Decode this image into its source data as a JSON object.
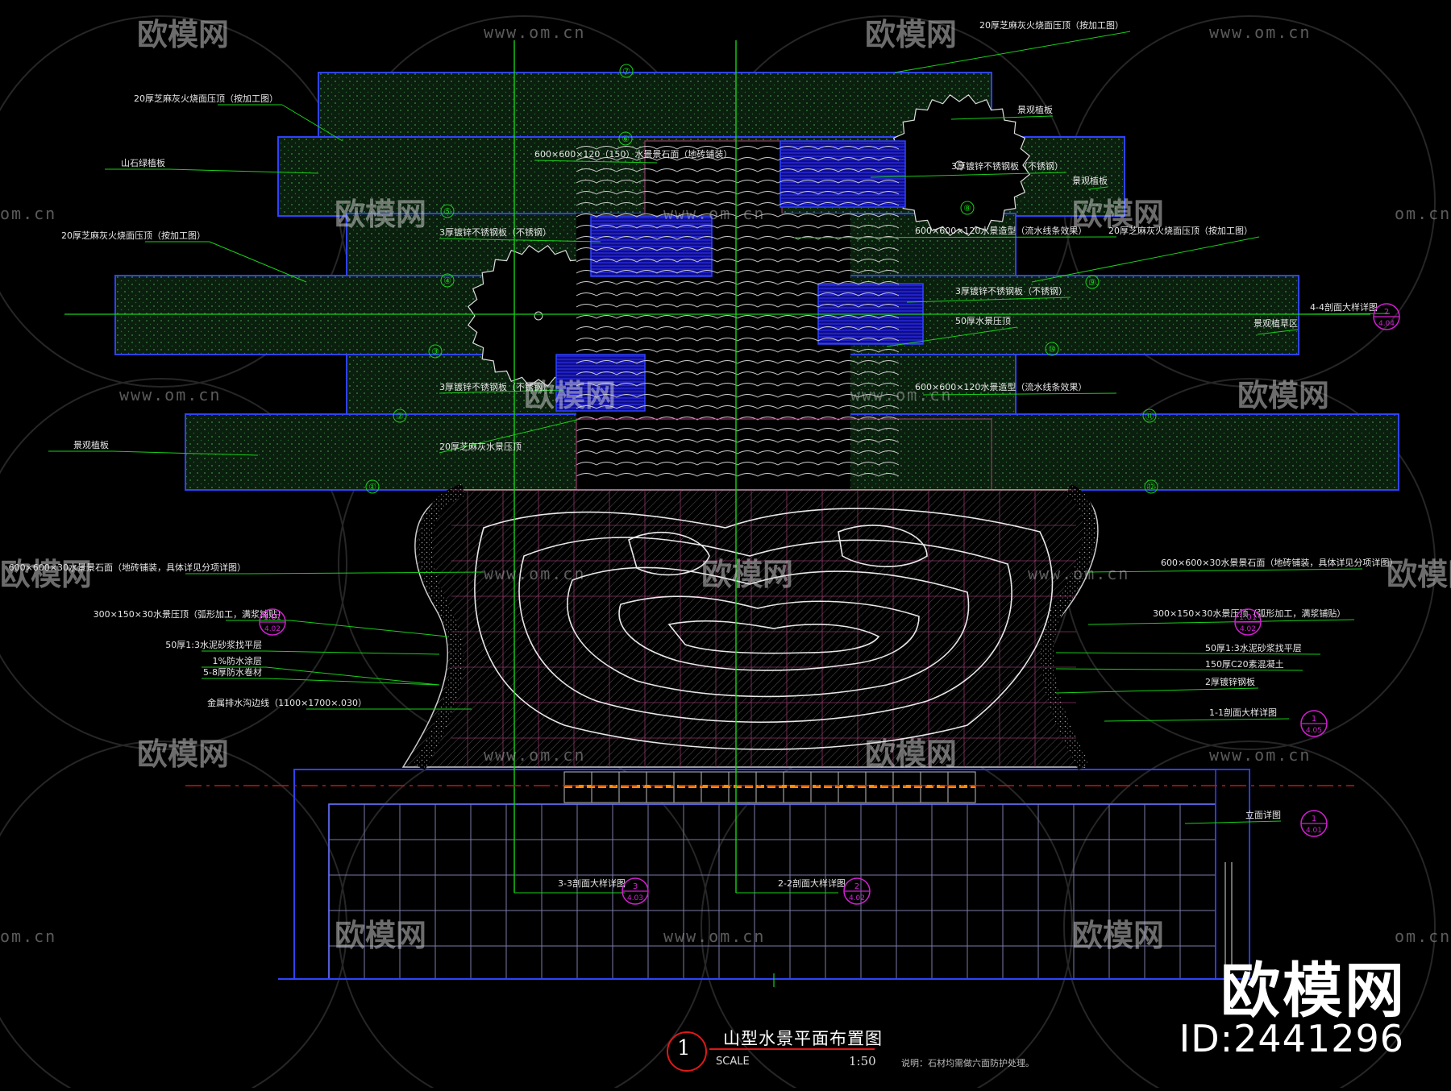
{
  "drawing": {
    "title": "山型水景平面布置图",
    "number": "1",
    "scale_label": "SCALE",
    "scale_value": "1:50",
    "note": "说明：石材均需做六面防护处理。"
  },
  "watermark": {
    "brand": "欧模网",
    "url": "www.om.cn",
    "url_short": "om.cn",
    "id": "ID:2441296"
  },
  "step_numbers": [
    "①",
    "②",
    "③",
    "④",
    "⑤",
    "⑥",
    "⑦",
    "⑧",
    "⑨",
    "⑩",
    "⑪",
    "⑫"
  ],
  "annotations": {
    "left": [
      "20厚芝麻灰火烧面压顶（按加工图）",
      "山石绿植板",
      "20厚芝麻灰火烧面压顶（按加工图）",
      "景观植板",
      "600×600×30水景景石面（地砖铺装，具体详见分项详图）",
      "300×150×30水景压顶（弧形加工，满浆铺贴）",
      "50厚1:3水泥砂浆找平层",
      "1%防水涂层",
      "5-8厚防水卷材",
      "金属排水沟边线（1100×1700×.030）"
    ],
    "center": [
      "600×600×120（150）水景景石面（地砖铺装）",
      "3厚镀锌不锈钢板（不锈钢）",
      "3厚镀锌不锈钢板（不锈钢）",
      "20厚芝麻灰水景压顶"
    ],
    "right": [
      "20厚芝麻灰火烧面压顶（按加工图）",
      "景观植板",
      "景观植板",
      "3厚镀锌不锈钢板（不锈钢）",
      "600×600×120水景造型（流水线条效果）",
      "20厚芝麻灰火烧面压顶（按加工图）",
      "3厚镀锌不锈钢板（不锈钢）",
      "50厚水景压顶",
      "600×600×120水景造型（流水线条效果）",
      "4-4剖面大样详图",
      "景观植草区",
      "600×600×30水景景石面（地砖铺装，具体详见分项详图）",
      "300×150×30水景压顶（弧形加工，满浆铺贴）",
      "50厚1:3水泥砂浆找平层",
      "150厚C20素混凝土",
      "2厚镀锌钢板",
      "1-1剖面大样详图",
      "立面详图"
    ],
    "bottom": [
      "3-3剖面大样详图",
      "2-2剖面大样详图"
    ]
  },
  "section_callouts": [
    {
      "top": "2",
      "bottom": "4.04"
    },
    {
      "top": "1.01",
      "bottom": "4.02"
    },
    {
      "top": "1.01",
      "bottom": "4.02"
    },
    {
      "top": "1",
      "bottom": "4.05"
    },
    {
      "top": "1",
      "bottom": "4.01"
    },
    {
      "top": "3",
      "bottom": "4.03"
    },
    {
      "top": "2",
      "bottom": "4.02"
    }
  ],
  "colors": {
    "background": "#000000",
    "outline": "#2f43ff",
    "grid": "#b04080",
    "leader": "#18d018",
    "hatch": "#c8c8c8",
    "dashed_axis": "#c01818",
    "fill_blue": "#1a1ac8",
    "weir": "#ff8c00",
    "callout": "#d020d0",
    "planter_fill": "#0c2410"
  }
}
